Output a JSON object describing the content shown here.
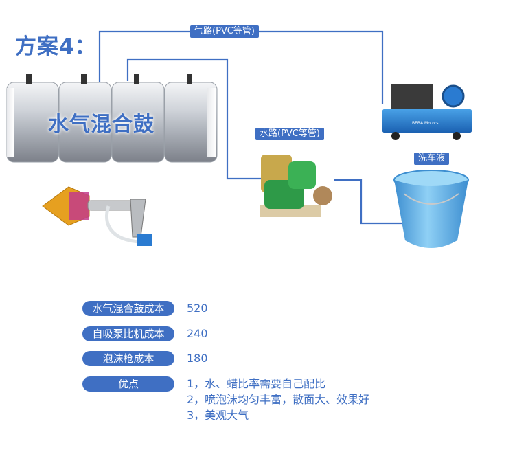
{
  "title": "方案4：",
  "labels": {
    "air_line": "气路(PVC等管)",
    "water_line": "水路(PVC等管)",
    "drum": "水气混合鼓",
    "detergent": "洗车液"
  },
  "compressor_plate": "BEBA Motors",
  "costs": [
    {
      "label": "水气混合鼓成本",
      "value": "520"
    },
    {
      "label": "自吸泵比机成本",
      "value": "240"
    },
    {
      "label": "泡沫枪成本",
      "value": "180"
    }
  ],
  "advantages": {
    "label": "优点",
    "items": [
      "1，水、蜡比率需要自己配比",
      "2，喷泡沫均匀丰富，散面大、效果好",
      "3，美观大气"
    ]
  },
  "colors": {
    "accent": "#3f6fc3",
    "bucket": "#5cb0e8"
  }
}
